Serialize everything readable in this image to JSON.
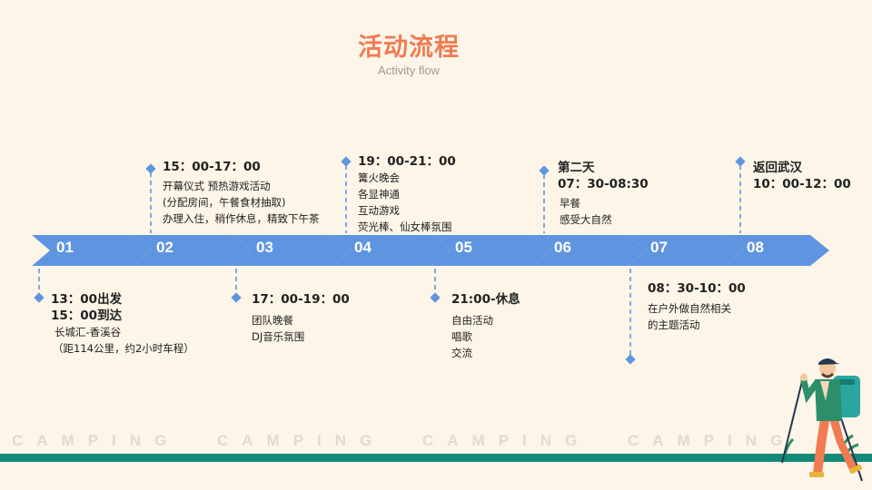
{
  "header": {
    "title": "活动流程",
    "subtitle": "Activity flow"
  },
  "timeline": {
    "steps": [
      "01",
      "02",
      "03",
      "04",
      "05",
      "06",
      "07",
      "08"
    ],
    "color": "#5f95e0"
  },
  "notes": {
    "n01": {
      "hd1": "13：00出发",
      "hd2": "15：00到达",
      "l1": "长城汇-香溪谷",
      "l2": "（距114公里，约2小时车程）"
    },
    "n02": {
      "hd": "15：00-17：00",
      "l1": "开幕仪式   预热游戏活动",
      "l2": "(分配房间，午餐食材抽取)",
      "l3": "办理入住，稍作休息，精致下午茶"
    },
    "n03": {
      "hd": "17：00-19：00",
      "l1": "团队晚餐",
      "l2": "DJ音乐氛围"
    },
    "n04": {
      "hd": "19：00-21：00",
      "l1": "篝火晚会",
      "l2": "各显神通",
      "l3": "互动游戏",
      "l4": "荧光棒、仙女棒氛围"
    },
    "n05": {
      "hd": "21:00-休息",
      "l1": "自由活动",
      "l2": "唱歌",
      "l3": "交流"
    },
    "n06": {
      "hd1": "第二天",
      "hd2": "07：30-08:30",
      "l1": "早餐",
      "l2": "感受大自然"
    },
    "n07": {
      "hd": "08：30-10：00",
      "l1": "在户外做自然相关",
      "l2": "的主题活动"
    },
    "n08": {
      "hd1": "返回武汉",
      "hd2": "10：00-12：00"
    }
  },
  "footer": {
    "word": "CAMPING",
    "stripe_color": "#128a78",
    "accent": "#f07b52"
  }
}
